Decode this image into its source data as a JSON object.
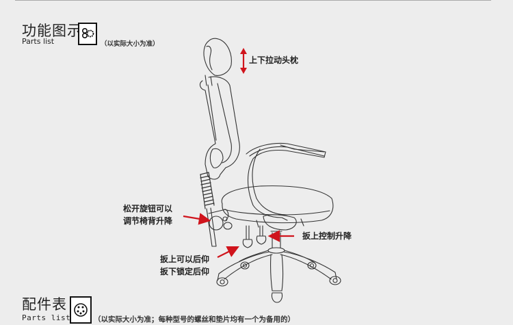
{
  "header": {
    "title_cn": "功能图示",
    "title_en": "Parts list",
    "icon": "gears-icon",
    "note": "（以实际大小为准）"
  },
  "callouts": {
    "headrest": "上下拉动头枕",
    "backrest_line1": "松开旋钮可以",
    "backrest_line2": "调节椅背升降",
    "height": "扳上控制升降",
    "tilt_line1": "扳上可以后仰",
    "tilt_line2": "扳下锁定后仰"
  },
  "footer": {
    "title_cn": "配件表",
    "title_en": "Parts list",
    "icon": "screws-icon",
    "note": "（以实际大小为准；每种型号的螺丝和垫片均有一个为备用的）"
  },
  "colors": {
    "background": "#ededed",
    "arrow": "#d0141c",
    "line": "#333333"
  }
}
